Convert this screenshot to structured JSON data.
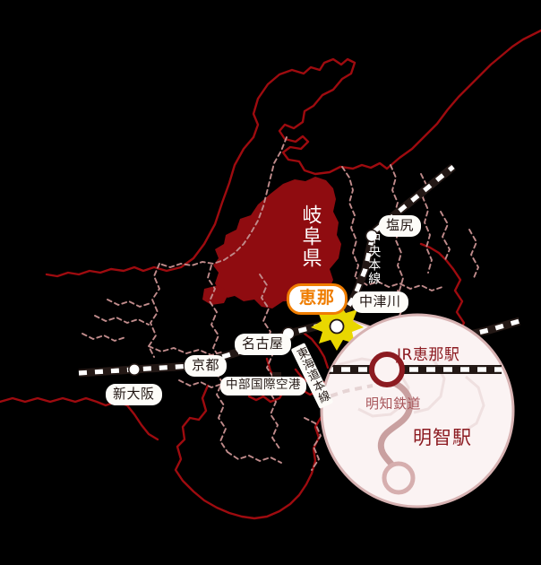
{
  "map": {
    "background_color": "#000000",
    "coast_color": "#9e0b0f",
    "prefecture_border_color": "#c08b8b",
    "highlight_prefecture_fill": "#8f0c10",
    "shinkansen_color": "#231815",
    "shinkansen_dash_color": "#ffffff",
    "accent_color": "#ef7d00",
    "inset_fill": "#fbf3f3",
    "inset_border_color": "#d7b2b2",
    "inset_rail_color": "#c9a0a0",
    "inset_text_color": "#8c1b21",
    "star_color": "#e9d700"
  },
  "prefecture": {
    "label": "岐阜県"
  },
  "highlight": {
    "label": "恵那"
  },
  "stations": [
    {
      "name": "station-shin-osaka",
      "label": "新大阪"
    },
    {
      "name": "station-kyoto",
      "label": "京都"
    },
    {
      "name": "station-nagoya",
      "label": "名古屋"
    },
    {
      "name": "station-centrair",
      "label": "中部国際空港"
    },
    {
      "name": "station-nakatsugawa",
      "label": "中津川"
    },
    {
      "name": "station-shiojiri",
      "label": "塩尻"
    }
  ],
  "rail_lines": [
    {
      "name": "line-chuo-honsen",
      "label": "中央本線"
    },
    {
      "name": "line-tokaido-honsen",
      "label": "東海道本線"
    }
  ],
  "inset": {
    "jr_station_label": "JR恵那駅",
    "rail_line_label": "明知鉄道",
    "terminal_station_label": "明智駅"
  }
}
